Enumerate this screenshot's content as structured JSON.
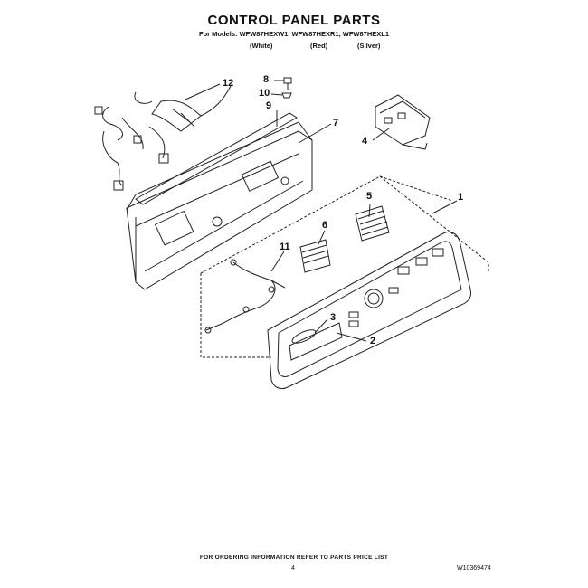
{
  "header": {
    "title": "CONTROL PANEL PARTS",
    "models": "For Models: WFW87HEXW1, WFW87HEXR1, WFW87HEXL1",
    "color_white": "(White)",
    "color_red": "(Red)",
    "color_silver": "(Silver)"
  },
  "callouts": {
    "c1": "1",
    "c2": "2",
    "c3": "3",
    "c4": "4",
    "c5": "5",
    "c6": "6",
    "c7": "7",
    "c8": "8",
    "c9": "9",
    "c10": "10",
    "c11": "11",
    "c12": "12"
  },
  "footer": {
    "ordering_note": "FOR ORDERING INFORMATION REFER TO PARTS PRICE LIST",
    "page_number": "4",
    "document_number": "W10369474"
  }
}
